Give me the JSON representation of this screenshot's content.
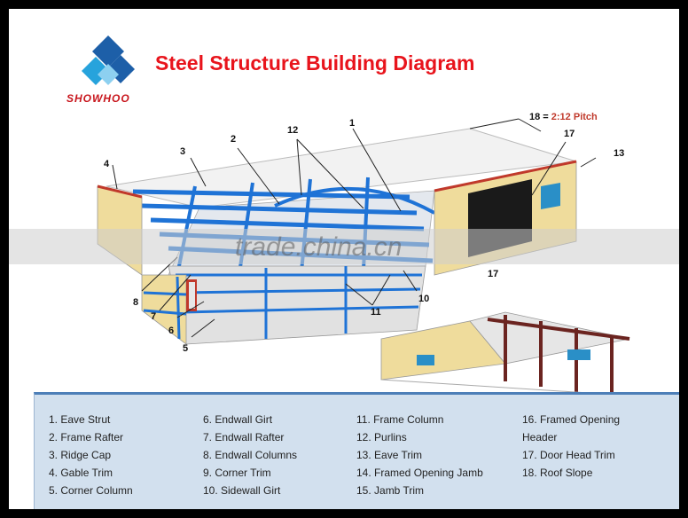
{
  "header": {
    "title": "Steel Structure Building Diagram",
    "brand": "SHOWHOO"
  },
  "callouts": {
    "c1": "1",
    "c2": "2",
    "c3": "3",
    "c4": "4",
    "c5": "5",
    "c6": "6",
    "c7": "7",
    "c8": "8",
    "c10": "10",
    "c11": "11",
    "c12": "12",
    "c13": "13",
    "c17a": "17",
    "c17b": "17",
    "pitch_prefix": "18 = ",
    "pitch_value": "2:12 Pitch"
  },
  "watermark": "trade.china.cn",
  "legend": {
    "col1": [
      "1. Eave Strut",
      "2. Frame Rafter",
      "3. Ridge Cap",
      "4. Gable Trim",
      "5. Corner Column"
    ],
    "col2": [
      "6. Endwall Girt",
      "7. Endwall Rafter",
      "8. Endwall Columns",
      "9. Corner Trim",
      "10. Sidewall Girt"
    ],
    "col3": [
      "11. Frame Column",
      "12. Purlins",
      "13. Eave Trim",
      "14. Framed Opening Jamb",
      "15. Jamb Trim"
    ],
    "col4": [
      "16. Framed Opening",
      "Header",
      "17. Door Head Trim",
      "18. Roof Slope"
    ]
  },
  "colors": {
    "title": "#e8141c",
    "steel": "#1f73d6",
    "wall": "#efdc9c",
    "legend_bg": "#d2e0ee",
    "frame_red": "#6b2420"
  }
}
